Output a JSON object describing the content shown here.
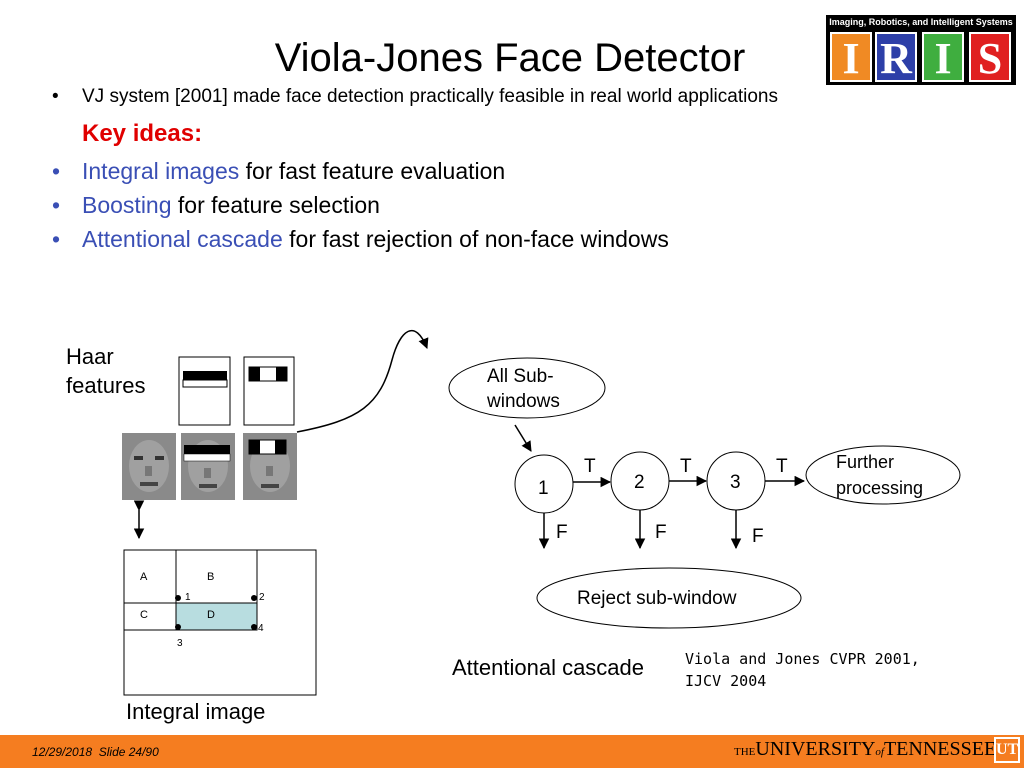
{
  "slide": {
    "title": "Viola-Jones Face Detector",
    "bullets": [
      {
        "dot": "•",
        "text": "VJ system [2001] made face detection practically feasible in real world applications"
      },
      {
        "dot": "",
        "text": "Key ideas:"
      },
      {
        "dot": "•",
        "highlight": "Integral images",
        "rest": " for fast feature evaluation"
      },
      {
        "dot": "•",
        "highlight": "Boosting",
        "rest": " for feature selection"
      },
      {
        "dot": "•",
        "highlight": "Attentional cascade",
        "rest": " for fast rejection of non-face windows"
      }
    ]
  },
  "logo": {
    "caption": "Imaging, Robotics, and Intelligent Systems",
    "letters": [
      "I",
      "R",
      "I",
      "S"
    ],
    "letter_colors": [
      "#f08a24",
      "#2d3fa8",
      "#3fae3f",
      "#e02020"
    ]
  },
  "diagram": {
    "haar_label_line1": "Haar",
    "haar_label_line2": "features",
    "integral_labels": [
      "A",
      "B",
      "C",
      "D"
    ],
    "integral_points": [
      "1",
      "2",
      "3",
      "4"
    ],
    "integral_caption": "Integral image",
    "all_sub_line1": "All Sub-",
    "all_sub_line2": "windows",
    "stages": [
      "1",
      "2",
      "3"
    ],
    "true_label": "T",
    "false_label": "F",
    "further_line1": "Further",
    "further_line2": "processing",
    "reject": "Reject sub-window",
    "cascade_caption": "Attentional cascade"
  },
  "citation": {
    "line1": "Viola and Jones CVPR 2001,",
    "line2": "IJCV 2004"
  },
  "footer": {
    "date": "12/29/2018",
    "slide": "Slide 24/90",
    "university_pre": "THE",
    "university_a": "UNIVERSITY",
    "university_of": "of",
    "university_b": "TENNESSEE",
    "ut_mark": "UT"
  },
  "colors": {
    "accent_red": "#e00000",
    "highlight_blue": "#3a4fb5",
    "footer_orange": "#f57d20",
    "integral_d_fill": "#b8dde0"
  }
}
